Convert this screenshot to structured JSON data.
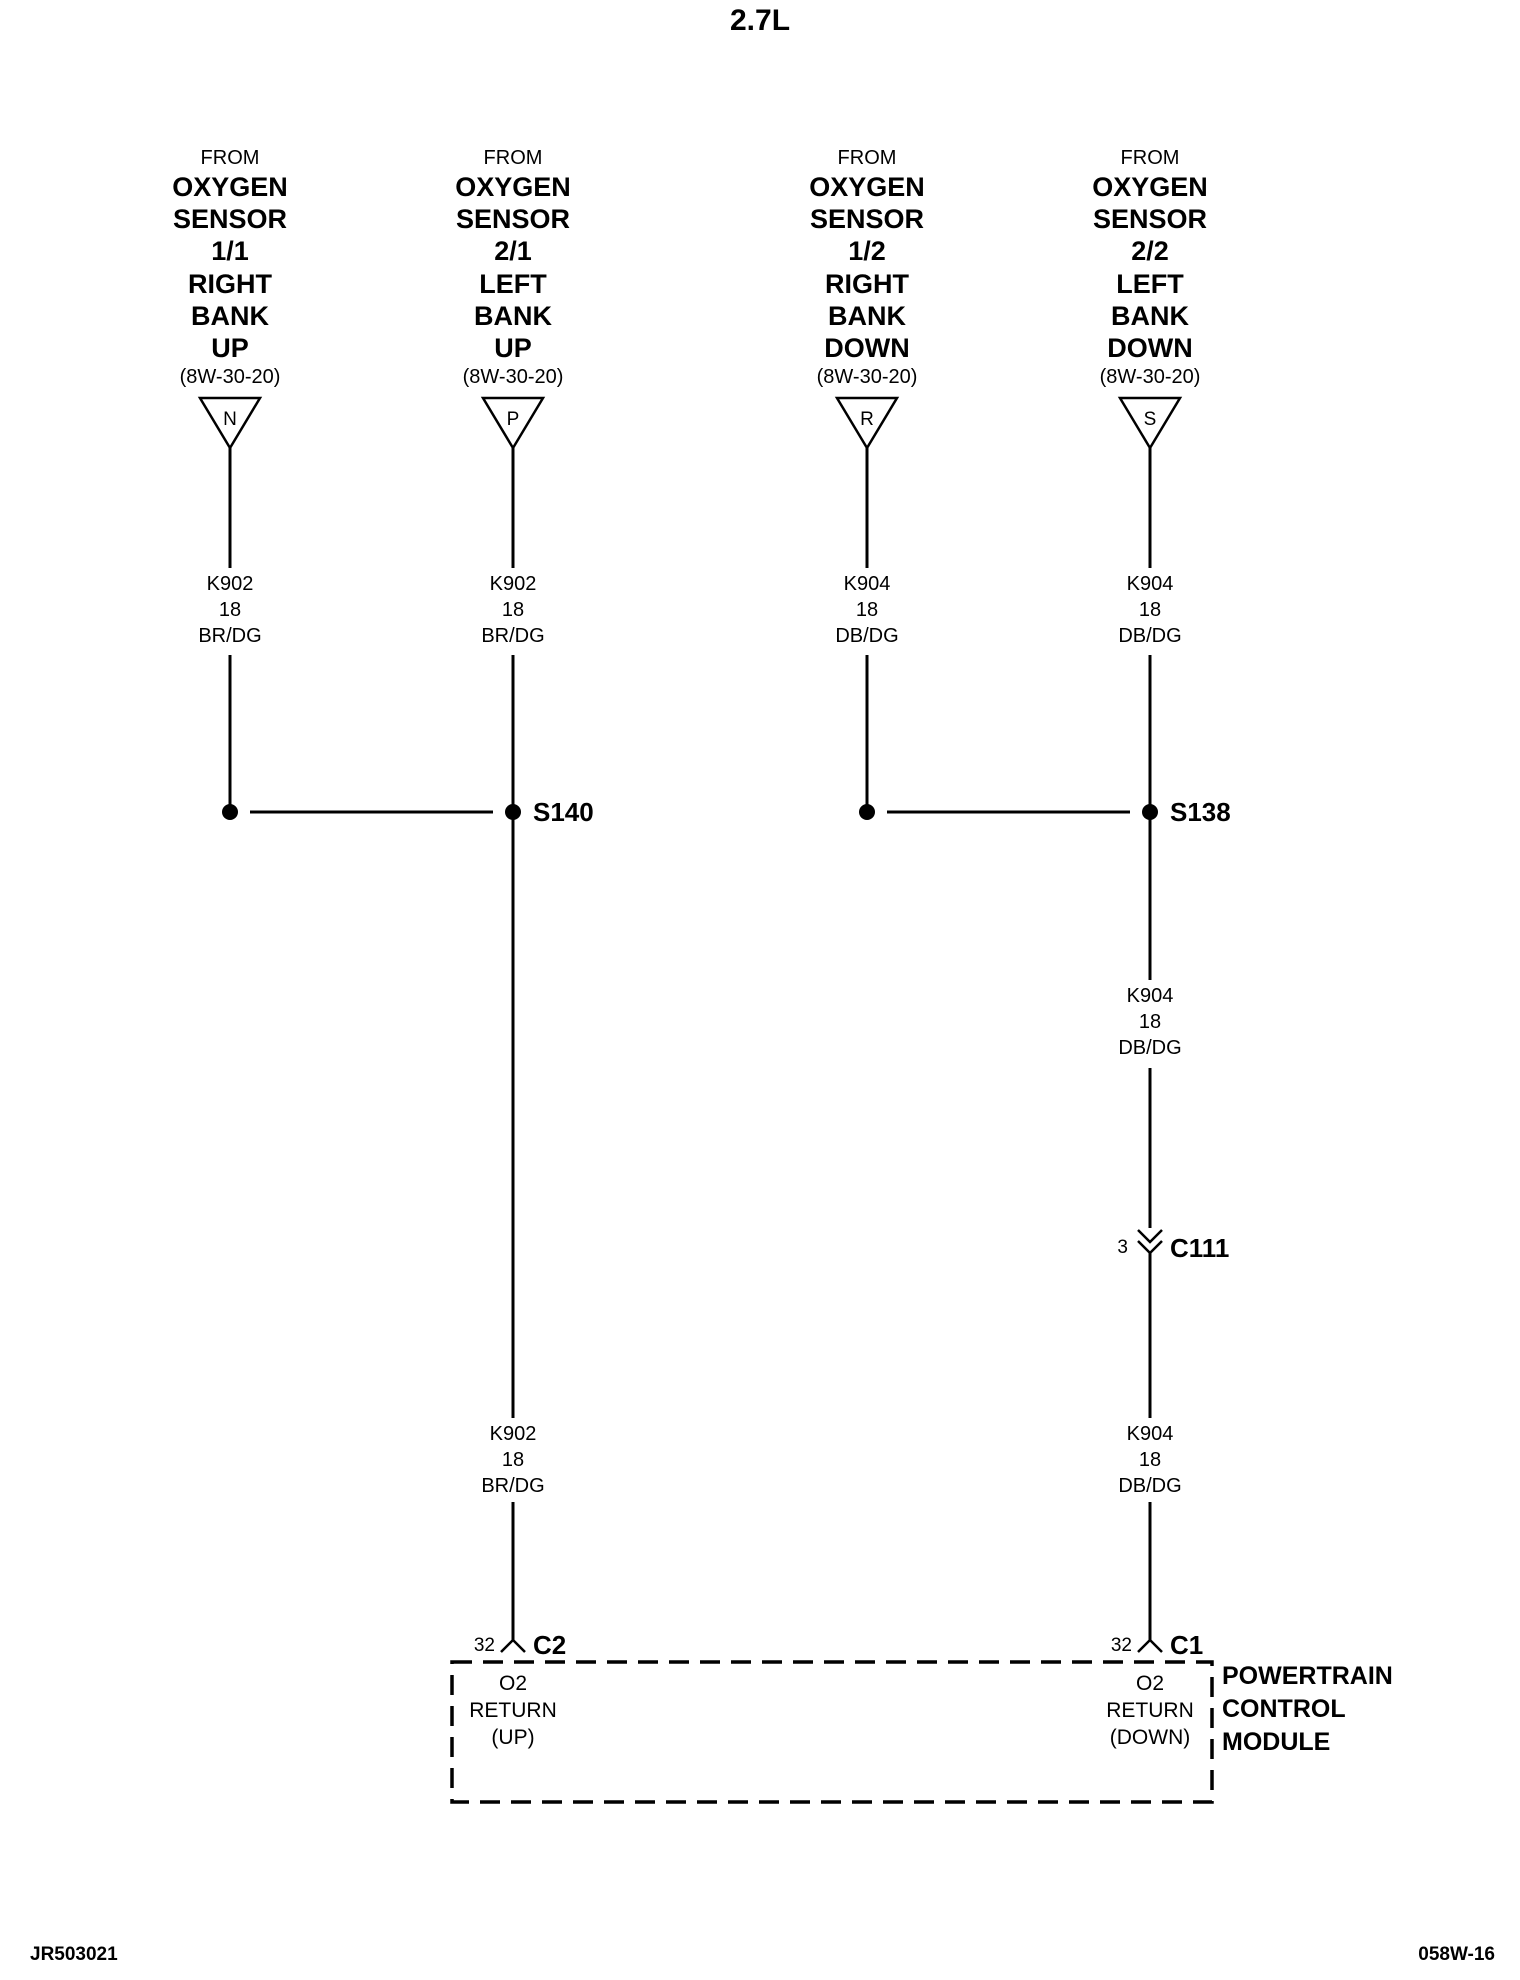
{
  "title": "2.7L",
  "sensors": [
    {
      "from": "FROM",
      "lines": [
        "OXYGEN",
        "SENSOR",
        "1/1",
        "RIGHT",
        "BANK",
        "UP"
      ],
      "ref": "(8W-30-20)",
      "connector": "N"
    },
    {
      "from": "FROM",
      "lines": [
        "OXYGEN",
        "SENSOR",
        "2/1",
        "LEFT",
        "BANK",
        "UP"
      ],
      "ref": "(8W-30-20)",
      "connector": "P"
    },
    {
      "from": "FROM",
      "lines": [
        "OXYGEN",
        "SENSOR",
        "1/2",
        "RIGHT",
        "BANK",
        "DOWN"
      ],
      "ref": "(8W-30-20)",
      "connector": "R"
    },
    {
      "from": "FROM",
      "lines": [
        "OXYGEN",
        "SENSOR",
        "2/2",
        "LEFT",
        "BANK",
        "DOWN"
      ],
      "ref": "(8W-30-20)",
      "connector": "S"
    }
  ],
  "upper_wires": [
    {
      "circuit": "K902",
      "gauge": "18",
      "color": "BR/DG"
    },
    {
      "circuit": "K902",
      "gauge": "18",
      "color": "BR/DG"
    },
    {
      "circuit": "K904",
      "gauge": "18",
      "color": "DB/DG"
    },
    {
      "circuit": "K904",
      "gauge": "18",
      "color": "DB/DG"
    }
  ],
  "splices": {
    "left": "S140",
    "right": "S138"
  },
  "right_mid_wire": {
    "circuit": "K904",
    "gauge": "18",
    "color": "DB/DG"
  },
  "inline_connector": {
    "pin": "3",
    "name": "C111"
  },
  "lower_wires": {
    "left": {
      "circuit": "K902",
      "gauge": "18",
      "color": "BR/DG"
    },
    "right": {
      "circuit": "K904",
      "gauge": "18",
      "color": "DB/DG"
    }
  },
  "module_connectors": {
    "left": {
      "pin": "32",
      "name": "C2"
    },
    "right": {
      "pin": "32",
      "name": "C1"
    }
  },
  "module_pins": {
    "left": [
      "O2",
      "RETURN",
      "(UP)"
    ],
    "right": [
      "O2",
      "RETURN",
      "(DOWN)"
    ]
  },
  "module_name": [
    "POWERTRAIN",
    "CONTROL",
    "MODULE"
  ],
  "footer": {
    "left": "JR503021",
    "right": "058W-16"
  }
}
